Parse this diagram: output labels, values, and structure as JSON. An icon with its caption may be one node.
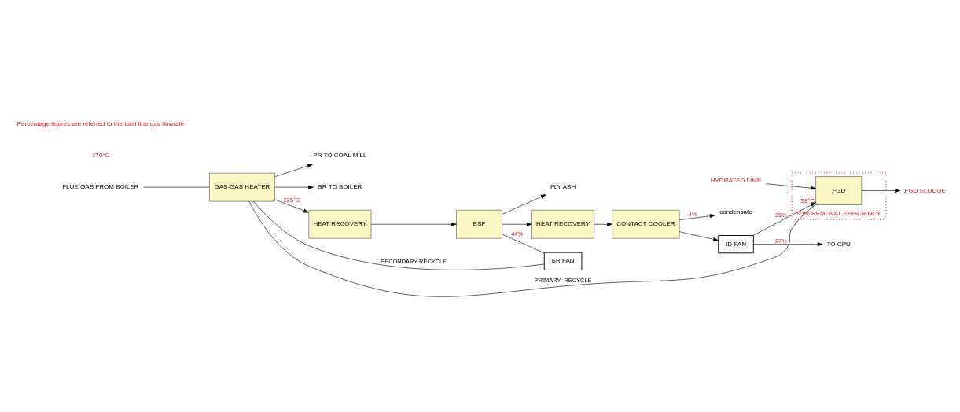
{
  "diagram": {
    "nodes": [
      {
        "text": [
          "GAS-GAS HEATER"
        ]
      },
      {
        "text": [
          "PR TO COAL MILL"
        ]
      },
      {
        "text": [
          "SR TO BOILER"
        ]
      },
      {
        "text": [
          "FLUE GAS FROM BOILER"
        ]
      },
      {
        "text": [
          "HEAT RECOVERY"
        ]
      },
      {
        "text": [
          "ESP"
        ]
      },
      {
        "text": [
          "FLY ASH"
        ]
      },
      {
        "text": [
          "HEAT RECOVERY"
        ]
      },
      {
        "text": [
          "CONTACT COOLER"
        ]
      },
      {
        "text": [
          "condensate"
        ]
      },
      {
        "text": [
          "ID FAN"
        ]
      },
      {
        "text": [
          "TO CPU"
        ]
      },
      {
        "text": [
          "SR FAN"
        ]
      },
      {
        "text": [
          "95% REMOVAL EFFICIENCY"
        ]
      },
      {
        "text": [
          "FGD"
        ],
        "in": 13,
        "beside": [
          "38°C"
        ]
      },
      {
        "text": [
          "HYDRATED LIME"
        ]
      },
      {
        "text": [
          "FGD SLUDGE"
        ]
      }
    ],
    "edges": [
      {
        "from": 3,
        "to": 0,
        "arrow": "none"
      },
      {
        "from": 0,
        "to": 4,
        "arrow": "to",
        "label": "225°C"
      },
      {
        "from": 4,
        "to": 5,
        "arrow": "to"
      },
      {
        "from": 5,
        "to": 6,
        "arrow": "to"
      },
      {
        "from": 5,
        "to": 7,
        "arrow": "to"
      },
      {
        "from": 5,
        "to": 12,
        "arrow": "none",
        "label": "44%"
      },
      {
        "from": 7,
        "to": 8,
        "arrow": "to"
      },
      {
        "from": 8,
        "to": 9,
        "arrow": "to",
        "label": "4%"
      },
      {
        "from": 8,
        "to": 10,
        "arrow": "to"
      },
      {
        "from": 10,
        "to": 11,
        "arrow": "to",
        "label": "27%"
      },
      {
        "from": 10,
        "to": 14,
        "arrow": "to",
        "label": "25%"
      },
      {
        "from": 15,
        "to": 14,
        "arrow": "to"
      },
      {
        "from": 14,
        "to": 16,
        "arrow": "to"
      },
      {
        "from": 14,
        "to": 0,
        "arrow": "none",
        "label": "PRIMARY  RECYCLE"
      },
      {
        "from": 0,
        "to": 1,
        "arrow": "to"
      },
      {
        "from": 12,
        "to": 0,
        "arrow": "none",
        "label": "SECONDARY RECYCLE"
      },
      {
        "from": 0,
        "to": 2,
        "arrow": "to"
      }
    ],
    "labels": [
      "170°C",
      "Percentage figures are referred to the total flue gas flowrate"
    ]
  }
}
